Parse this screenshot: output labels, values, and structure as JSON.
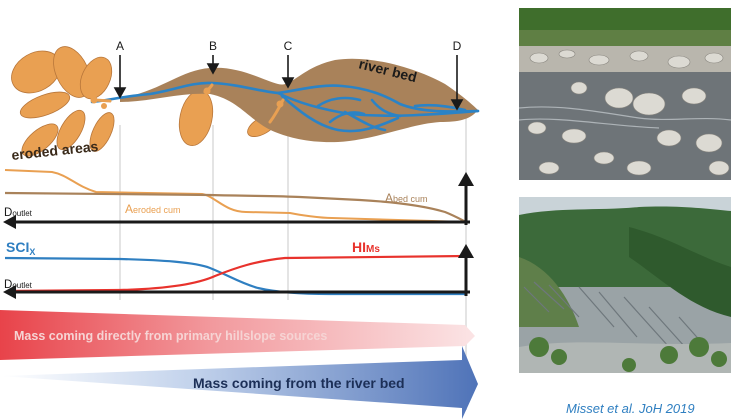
{
  "diagram": {
    "point_labels": [
      "A",
      "B",
      "C",
      "D"
    ],
    "river_bed_label": "river bed",
    "eroded_areas_label": "eroded areas",
    "panel1": {
      "axis_label_main": "D",
      "axis_label_sub": "outlet",
      "curve_eroded_main": "A",
      "curve_eroded_sub": "eroded cum",
      "curve_bed_main": "A",
      "curve_bed_sub": "bed cum"
    },
    "panel2": {
      "axis_label_main": "D",
      "axis_label_sub": "outlet",
      "sci_main": "SCI",
      "sci_sub": "X",
      "hi_main": "HI",
      "hi_sub": "Ms"
    },
    "banner_hillslope": "Mass coming directly from primary hillslope sources",
    "banner_riverbed": "Mass coming from the river bed"
  },
  "citation": "Misset et al. JoH 2019",
  "colors": {
    "sediment_orange": "#e9a052",
    "riverbed_brown": "#a9825a",
    "river_blue": "#2b83c6",
    "sci_blue": "#2f7fc1",
    "hi_red": "#e8322c",
    "axis_black": "#1a1a1a"
  }
}
